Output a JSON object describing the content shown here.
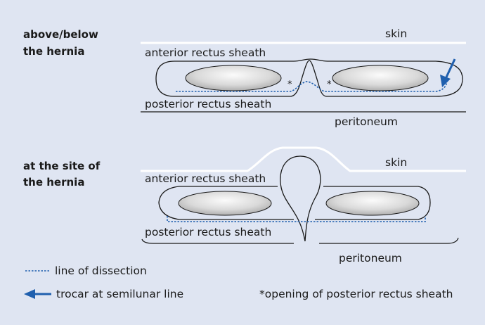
{
  "panel_top": {
    "heading_line1": "above/below",
    "heading_line2": "the hernia",
    "skin": "skin",
    "anterior_sheath": "anterior rectus sheath",
    "posterior_sheath": "posterior rectus sheath",
    "peritoneum": "peritoneum",
    "asterisk": "*"
  },
  "panel_bottom": {
    "heading_line1": "at the site of",
    "heading_line2": "the hernia",
    "skin": "skin",
    "anterior_sheath": "anterior rectus sheath",
    "posterior_sheath": "posterior rectus sheath",
    "peritoneum": "peritoneum"
  },
  "legend": {
    "dissection": "line of dissection",
    "trocar": "trocar at semilunar line",
    "opening": "*opening of posterior rectus sheath"
  },
  "colors": {
    "background": "#dfe5f2",
    "skin_line": "#ffffff",
    "outline": "#1a1a1a",
    "dissection_line": "#1f5fae",
    "trocar_arrow": "#1f5fae",
    "muscle_fill_light": "#fafafa",
    "muscle_fill_dark": "#b8b8b8"
  }
}
